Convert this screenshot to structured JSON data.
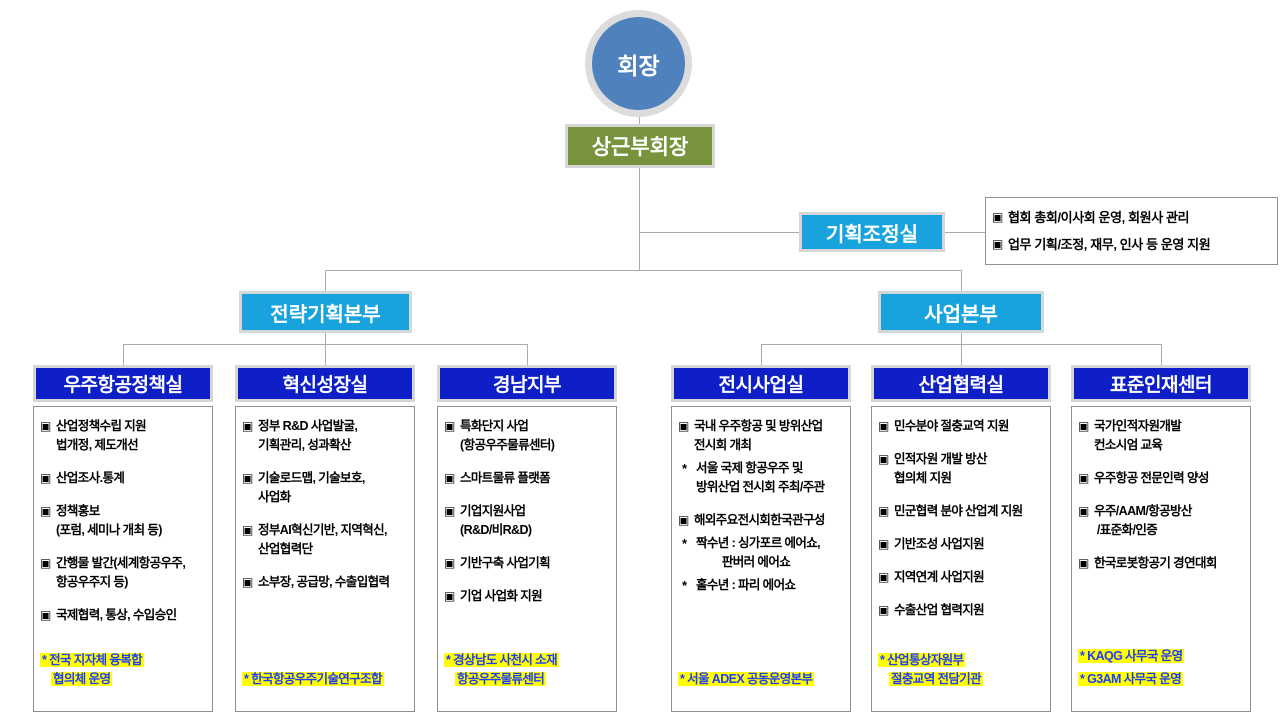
{
  "colors": {
    "chairman_blue": "#4f81bd",
    "olive_green": "#77933c",
    "cyan": "#18a3de",
    "royal_blue": "#0f1fc8",
    "highlight_yellow": "#ffff00",
    "footnote_blue": "#1e3cff",
    "connector_gray": "#ababab"
  },
  "chairman": {
    "label": "회장"
  },
  "vice_chairman": {
    "label": "상근부회장"
  },
  "planning_office": {
    "title": "기획조정실",
    "notes": [
      {
        "t": "main",
        "lines": [
          "협회 총회/이사회 운영, 회원사 관리"
        ]
      },
      {
        "t": "main",
        "lines": [
          "업무 기획/조정, 재무, 인사 등 운영 지원"
        ]
      }
    ]
  },
  "divisions": [
    {
      "title": "전략기획본부"
    },
    {
      "title": "사업본부"
    }
  ],
  "departments": [
    {
      "title": "우주항공정책실",
      "items": [
        {
          "t": "main",
          "lines": [
            "산업정책수립 지원",
            "법개정, 제도개선"
          ]
        },
        {
          "t": "main",
          "lines": [
            "산업조사.통계"
          ]
        },
        {
          "t": "main",
          "lines": [
            "정책홍보",
            "(포럼, 세미나 개최 등)"
          ]
        },
        {
          "t": "main",
          "lines": [
            "간행물 발간(세계항공우주,",
            "항공우주지 등)"
          ]
        },
        {
          "t": "main",
          "lines": [
            "국제협력, 통상, 수입승인"
          ]
        }
      ],
      "footnotes": [
        {
          "t": "note",
          "lines": [
            "전국 지자체 융복합",
            "협의체 운영"
          ]
        }
      ]
    },
    {
      "title": "혁신성장실",
      "items": [
        {
          "t": "main",
          "lines": [
            "정부 R&D 사업발굴,",
            "기획관리, 성과확산"
          ]
        },
        {
          "t": "main",
          "lines": [
            "기술로드맵, 기술보호,",
            "사업화"
          ]
        },
        {
          "t": "main",
          "lines": [
            "정부AI혁신기반, 지역혁신,",
            "산업협력단"
          ]
        },
        {
          "t": "main",
          "lines": [
            "소부장, 공급망, 수출입협력"
          ]
        }
      ],
      "footnotes": [
        {
          "t": "note",
          "lines": [
            "한국항공우주기술연구조합"
          ]
        }
      ]
    },
    {
      "title": "경남지부",
      "items": [
        {
          "t": "main",
          "lines": [
            "특화단지 사업",
            "(항공우주물류센터)"
          ]
        },
        {
          "t": "main",
          "lines": [
            "스마트물류 플랫폼"
          ]
        },
        {
          "t": "main",
          "lines": [
            "기업지원사업",
            "(R&D/비R&D)"
          ]
        },
        {
          "t": "main",
          "lines": [
            "기반구축 사업기획"
          ]
        },
        {
          "t": "main",
          "lines": [
            "기업 사업화 지원"
          ]
        }
      ],
      "footnotes": [
        {
          "t": "note",
          "lines": [
            "경상남도 사천시 소재",
            "항공우주물류센터"
          ]
        }
      ]
    },
    {
      "title": "전시사업실",
      "items": [
        {
          "t": "main",
          "lines": [
            "국내 우주항공 및 방위산업",
            "전시회 개최"
          ]
        },
        {
          "t": "sub",
          "lines": [
            "서울 국제 항공우주 및",
            "방위산업 전시회 주최/주관"
          ]
        },
        {
          "t": "main",
          "lines": [
            "해외주요전시회한국관구성"
          ]
        },
        {
          "t": "sub",
          "lines": [
            "짝수년 : 싱가포르 에어쇼,",
            "         판버러 에어쇼"
          ]
        },
        {
          "t": "sub",
          "lines": [
            "홀수년 : 파리 에어쇼"
          ]
        }
      ],
      "footnotes": [
        {
          "t": "note",
          "lines": [
            "서울 ADEX 공동운영본부"
          ]
        }
      ]
    },
    {
      "title": "산업협력실",
      "items": [
        {
          "t": "main",
          "lines": [
            "민수분야 절충교역 지원"
          ]
        },
        {
          "t": "main",
          "lines": [
            "인적자원 개발 방산",
            "협의체 지원"
          ]
        },
        {
          "t": "main",
          "lines": [
            "민군협력 분야 산업계 지원"
          ]
        },
        {
          "t": "main",
          "lines": [
            "기반조성 사업지원"
          ]
        },
        {
          "t": "main",
          "lines": [
            "지역연계 사업지원"
          ]
        },
        {
          "t": "main",
          "lines": [
            "수출산업 협력지원"
          ]
        }
      ],
      "footnotes": [
        {
          "t": "note",
          "lines": [
            "산업통상자원부",
            "절충교역 전담기관"
          ]
        }
      ]
    },
    {
      "title": "표준인재센터",
      "items": [
        {
          "t": "main",
          "lines": [
            "국가인적자원개발",
            "컨소시엄 교육"
          ]
        },
        {
          "t": "main",
          "lines": [
            "우주항공 전문인력 양성"
          ]
        },
        {
          "t": "main",
          "lines": [
            "우주/AAM/항공방산",
            " /표준화/인증"
          ]
        },
        {
          "t": "main",
          "lines": [
            "한국로봇항공기 경연대회"
          ]
        }
      ],
      "footnotes": [
        {
          "t": "note",
          "lines": [
            "KAQG 사무국 운영"
          ]
        },
        {
          "t": "note",
          "lines": [
            "G3AM 사무국 운영"
          ]
        }
      ]
    }
  ]
}
